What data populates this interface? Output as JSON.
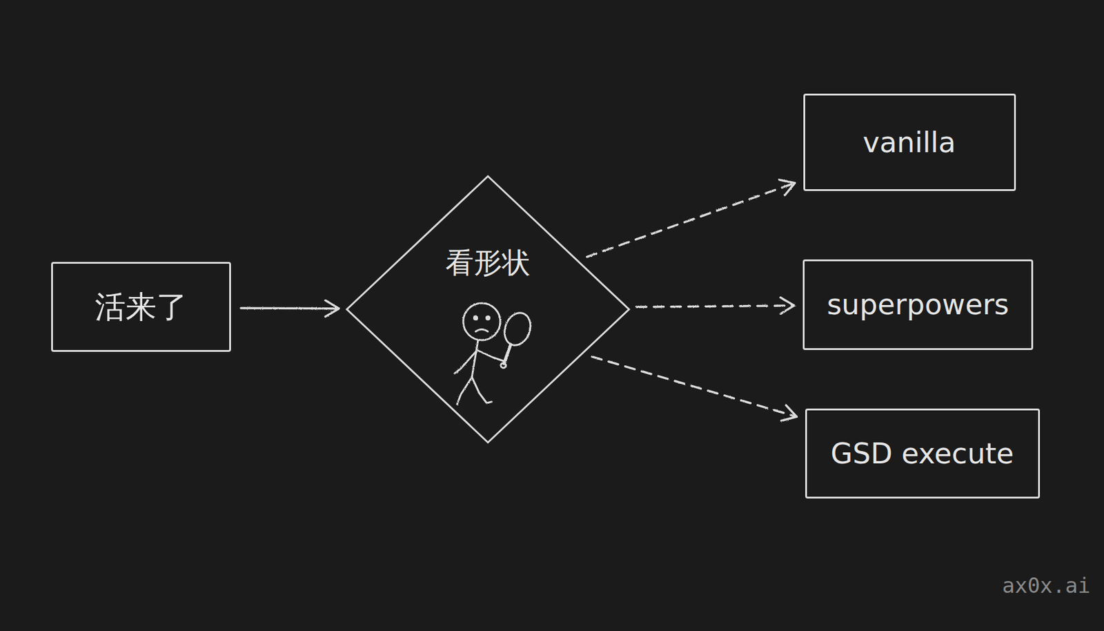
{
  "diagram": {
    "nodes": [
      {
        "text": [
          "活来了"
        ]
      },
      {
        "text": [
          "看形状"
        ]
      },
      {
        "text": [
          "vanilla"
        ]
      },
      {
        "text": [
          "superpowers"
        ]
      },
      {
        "text": [
          "GSD execute"
        ]
      }
    ],
    "edges": [
      {
        "from": 0,
        "to": 1,
        "arrow": "to"
      },
      {
        "from": 1,
        "to": 2,
        "arrow": "to"
      },
      {
        "from": 1,
        "to": 3,
        "arrow": "to"
      },
      {
        "from": 1,
        "to": 4,
        "arrow": "to"
      }
    ],
    "labels": [
      "ax0x.ai"
    ]
  }
}
